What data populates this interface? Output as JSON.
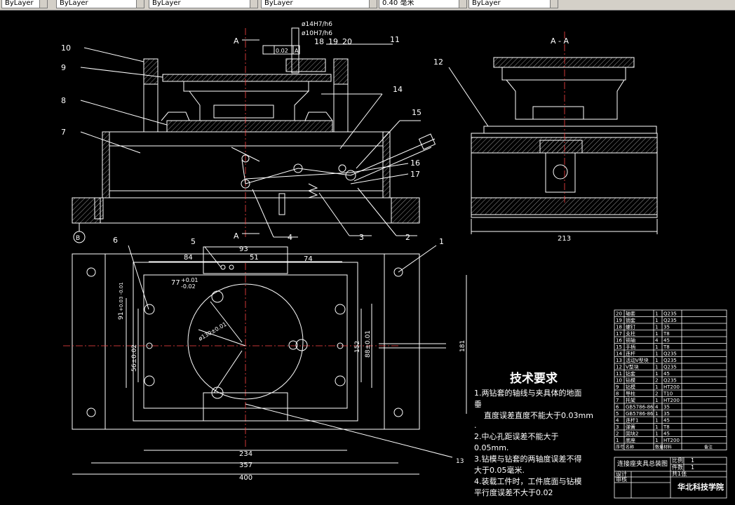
{
  "toolbar": {
    "field1": "ByLayer",
    "field2": "ByLayer",
    "field3": "0.40 毫米",
    "field4": "ByLayer"
  },
  "drawing": {
    "section_marker": "A",
    "view_label_right": "A - A",
    "dims_top": [
      "ø14H7/h6",
      "ø10H7/h6"
    ],
    "tolerance_box": "0.02",
    "tolerance_ref": "A",
    "callouts": [
      "1",
      "2",
      "3",
      "4",
      "5",
      "6",
      "7",
      "8",
      "9",
      "10",
      "11",
      "12",
      "13",
      "14",
      "15",
      "16",
      "17",
      "18",
      "19",
      "20"
    ],
    "datum_b": "B",
    "dim_213": "213",
    "dim_93": "93",
    "dim_84": "84",
    "dim_51": "51",
    "dim_74": "74",
    "dim_77": "77",
    "dim_77_tol_upper": "+0.01",
    "dim_77_tol_lower": "-0.02",
    "dim_91": "91",
    "dim_91_tol": "+0.03 -0.01",
    "dim_56": "56±0.02",
    "dim_88": "88±0.01",
    "dim_152": "152",
    "dim_181": "181",
    "dim_dia130": "ø130±0.01",
    "dim_234": "234",
    "dim_357": "357",
    "dim_400": "400"
  },
  "tech_req": {
    "title": "技术要求",
    "lines": [
      "1.两钻套的轴线与夹具体的地面",
      "垂",
      "直度误差直度不能大于0.03mm",
      ".",
      "2.中心孔距误差不能大于",
      "0.05mm.",
      "3.钻模与钻套的两轴度误差不得",
      "大于0.05毫米.",
      "4.装载工件时，工件底面与钻模",
      "平行度误差不大于0.02"
    ]
  },
  "bom": {
    "rows": [
      [
        "20",
        "轴套",
        "1",
        "Q235"
      ],
      [
        "19",
        "销套",
        "1",
        "Q235"
      ],
      [
        "18",
        "螺钉",
        "1",
        "35"
      ],
      [
        "17",
        "支柱",
        "1",
        "T8"
      ],
      [
        "16",
        "销轴",
        "4",
        "45"
      ],
      [
        "15",
        "手柄",
        "1",
        "T8"
      ],
      [
        "14",
        "连杆",
        "1",
        "Q235"
      ],
      [
        "13",
        "活动V型块",
        "1",
        "Q235"
      ],
      [
        "12",
        "V型块",
        "1",
        "Q235"
      ],
      [
        "11",
        "钻套",
        "1",
        "45"
      ],
      [
        "10",
        "钻模",
        "2",
        "Q235"
      ],
      [
        "9",
        "钻模",
        "1",
        "HT200"
      ],
      [
        "8",
        "导柱",
        "2",
        "T10"
      ],
      [
        "7",
        "托架",
        "1",
        "HT200"
      ],
      [
        "6",
        "GB5786-86",
        "4",
        "35"
      ],
      [
        "5",
        "GB5786-86",
        "1",
        "35"
      ],
      [
        "4",
        "连杆1",
        "1",
        "45"
      ],
      [
        "3",
        "弹簧",
        "1",
        "T8"
      ],
      [
        "2",
        "固块2",
        "1",
        "45"
      ],
      [
        "1",
        "底座",
        "1",
        "HT200"
      ]
    ],
    "header": [
      "序号",
      "名称",
      "数量",
      "材料",
      "备注"
    ],
    "drawing_title": "连接座夹具总装图",
    "scale_label": "比例",
    "scale_value": "1",
    "piece_label": "件数",
    "piece_value": "1",
    "design_label": "设计",
    "check_label": "审核",
    "sheet_label": "共1张",
    "school": "华北科技学院"
  }
}
